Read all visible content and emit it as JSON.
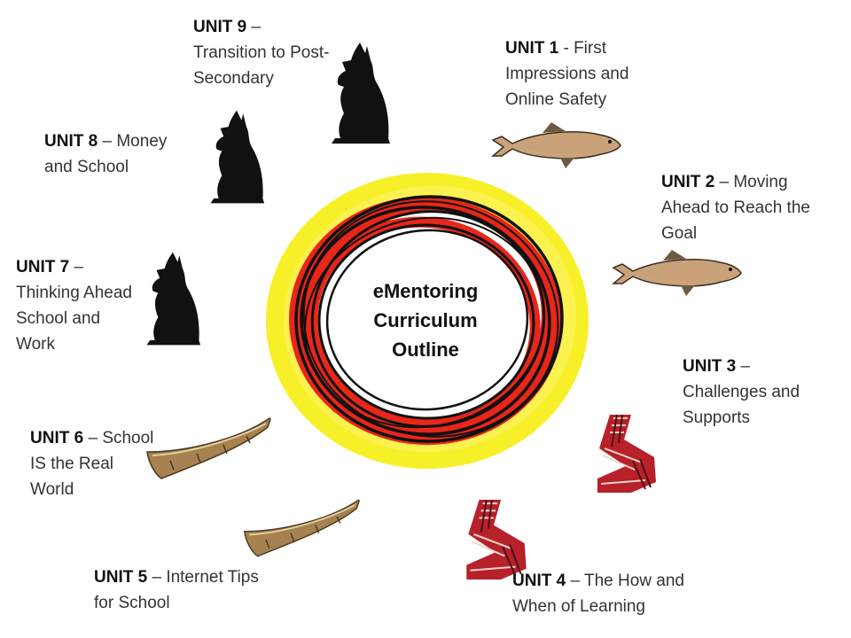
{
  "center": {
    "line1": "eMentoring",
    "line2": "Curriculum",
    "line3": "Outline"
  },
  "units": [
    {
      "unit": "UNIT 1",
      "sep": " - ",
      "title": "First Impressions and Online Safety",
      "icon": "salmon-icon"
    },
    {
      "unit": "UNIT 2",
      "sep": " – ",
      "title": "Moving Ahead to Reach the Goal",
      "icon": "salmon-icon"
    },
    {
      "unit": "UNIT 3",
      "sep": " – ",
      "title": "Challenges and Supports",
      "icon": "woven-sash-icon"
    },
    {
      "unit": "UNIT 4",
      "sep": " – ",
      "title": "The How and When of Learning",
      "icon": "woven-sash-icon"
    },
    {
      "unit": "UNIT 5",
      "sep": " – ",
      "title": "Internet Tips for School",
      "icon": "canoe-icon"
    },
    {
      "unit": "UNIT 6",
      "sep": " – ",
      "title": "School IS the Real World",
      "icon": "canoe-icon"
    },
    {
      "unit": "UNIT 7",
      "sep": " – ",
      "title": "Thinking Ahead School and Work",
      "icon": "howling-wolf-icon"
    },
    {
      "unit": "UNIT 8",
      "sep": " – ",
      "title": "Money and School",
      "icon": "howling-wolf-icon"
    },
    {
      "unit": "UNIT 9",
      "sep": " – ",
      "title": "Transition to Post-Secondary",
      "icon": "howling-wolf-icon"
    }
  ],
  "colors": {
    "ring_yellow": "#f7ef1e",
    "ring_red": "#e8261a",
    "ring_black": "#111111",
    "sash_red": "#b8202a",
    "salmon_body": "#c9a27a",
    "salmon_belly": "#eab0a6",
    "canoe": "#a5824f"
  }
}
